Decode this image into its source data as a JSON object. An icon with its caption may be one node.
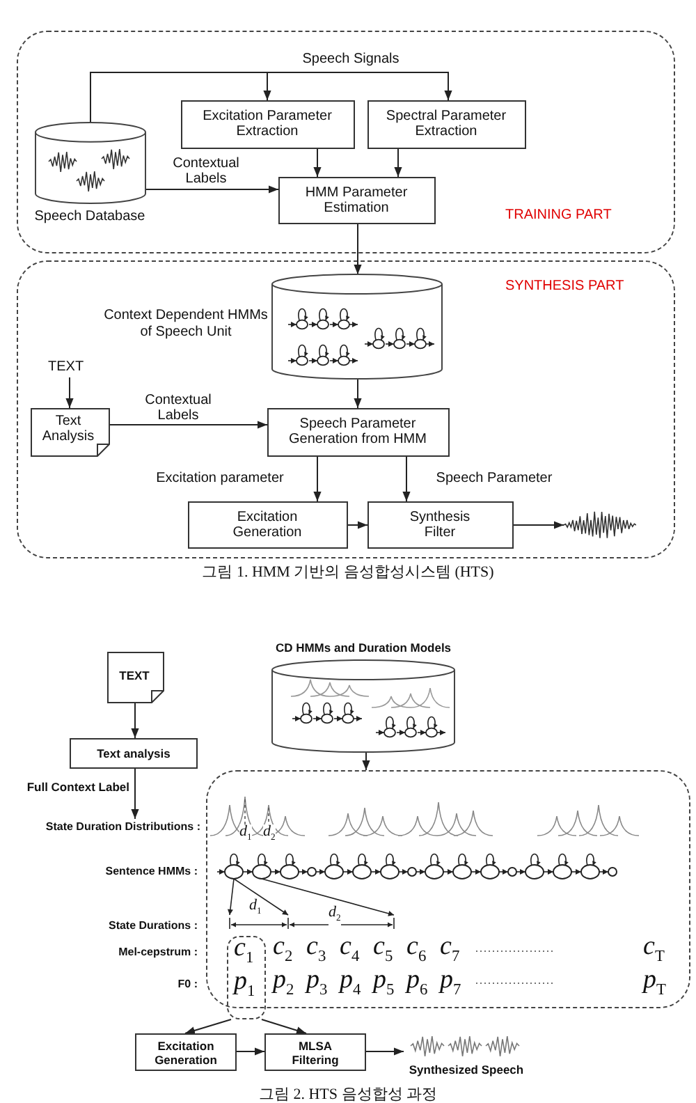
{
  "diagram": {
    "nodes": [
      {
        "text": [
          "TRAINING PART"
        ]
      },
      {
        "text": [
          "Speech Database"
        ],
        "in": 0
      },
      {
        "text": [
          "Excitation Parameter Extraction"
        ],
        "in": 0
      },
      {
        "text": [
          "Spectral Parameter Extraction"
        ],
        "in": 0
      },
      {
        "text": [
          "HMM Parameter Estimation"
        ],
        "in": 0
      },
      {
        "text": [
          "SYNTHESIS PART"
        ]
      },
      {
        "text": [
          "Context Dependent HMMs of Speech Unit"
        ],
        "in": 5
      },
      {
        "text": [
          "TEXT"
        ],
        "in": 5
      },
      {
        "text": [
          "Text Analysis"
        ],
        "in": 5
      },
      {
        "text": [
          "Speech Parameter Generation from HMM"
        ],
        "in": 5
      },
      {
        "text": [
          "Excitation Generation"
        ],
        "in": 5
      },
      {
        "text": [
          "Synthesis Filter"
        ],
        "in": 5
      },
      {
        "text": [],
        "shape": "waveform",
        "in": 5
      },
      {
        "text": [
          "TEXT"
        ]
      },
      {
        "text": [
          "Text analysis"
        ]
      },
      {
        "text": [
          "CD HMMs and Duration Models"
        ]
      },
      {
        "text": [
          "State Duration Distributions :"
        ]
      },
      {
        "text": [],
        "shape": "box"
      },
      {
        "text": [
          "*c*$_{1}$",
          "*p*$_{1}$"
        ]
      },
      {
        "text": [
          "Excitation Generation"
        ]
      },
      {
        "text": [
          "MLSA Filtering"
        ]
      },
      {
        "text": [
          "Synthesized Speech"
        ]
      }
    ],
    "edges": [
      {
        "from": 1,
        "to": 2,
        "arrow": "to"
      },
      {
        "from": 1,
        "to": 3,
        "arrow": "to",
        "label": "Speech Signals"
      },
      {
        "from": 2,
        "to": 4,
        "arrow": "to"
      },
      {
        "from": 3,
        "to": 4,
        "arrow": "to"
      },
      {
        "from": 1,
        "to": 4,
        "arrow": "to",
        "label": "Contextual Labels"
      },
      {
        "from": 4,
        "to": 6,
        "arrow": "to"
      },
      {
        "from": 7,
        "to": 8,
        "arrow": "to"
      },
      {
        "from": 8,
        "to": 9,
        "arrow": "to",
        "label": "Contextual Labels"
      },
      {
        "from": 6,
        "to": 9,
        "arrow": "to"
      },
      {
        "from": 9,
        "to": 10,
        "arrow": "to",
        "label": "Excitation parameter"
      },
      {
        "from": 9,
        "to": 11,
        "arrow": "to",
        "label": "Speech Parameter"
      },
      {
        "from": 10,
        "to": 11,
        "arrow": "to"
      },
      {
        "from": 11,
        "to": 12,
        "arrow": "to"
      },
      {
        "from": 13,
        "to": 14,
        "arrow": "to"
      },
      {
        "from": 14,
        "to": 16,
        "arrow": "to",
        "label": "Full Context Label"
      },
      {
        "from": 15,
        "to": 17,
        "arrow": "to"
      },
      {
        "from": 18,
        "to": 19,
        "arrow": "to"
      },
      {
        "from": 18,
        "to": 20,
        "arrow": "to"
      },
      {
        "from": 19,
        "to": 20,
        "arrow": "to"
      },
      {
        "from": 20,
        "to": 21,
        "arrow": "to"
      }
    ],
    "labels": [
      "그림 1. HMM 기반의 음성합성시스템 (HTS)",
      "*d*$_{1}$",
      "*d*$_{2}$",
      "Sentence HMMs :",
      "*d*$_{1}$",
      "*d*$_{2}$",
      "State Durations :",
      "Mel-cepstrum :",
      "*c*$_{2}$",
      "*c*$_{3}$",
      "*c*$_{4}$",
      "*c*$_{5}$",
      "*c*$_{6}$",
      "*c*$_{7}$",
      "*c*$_{T}$",
      "F0 :",
      "*p*$_{2}$",
      "*p*$_{3}$",
      "*p*$_{4}$",
      "*p*$_{5}$",
      "*p*$_{6}$",
      "*p*$_{7}$",
      "*p*$_{T}$",
      "그림 2. HTS 음성합성 과정"
    ]
  }
}
